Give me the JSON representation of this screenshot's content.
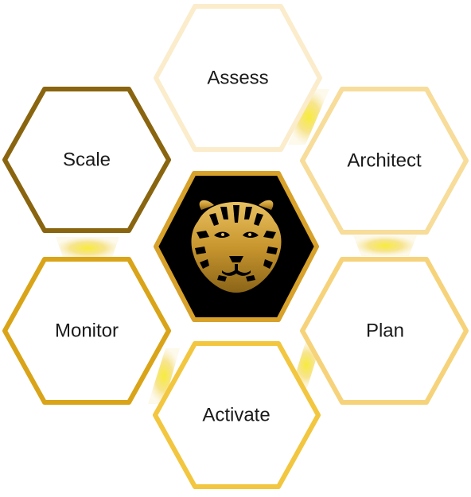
{
  "diagram": {
    "stages": [
      {
        "id": "assess",
        "label": "Assess",
        "border_color": "#fbeccb"
      },
      {
        "id": "architect",
        "label": "Architect",
        "border_color": "#f7dc9a"
      },
      {
        "id": "plan",
        "label": "Plan",
        "border_color": "#f6d37a"
      },
      {
        "id": "activate",
        "label": "Activate",
        "border_color": "#f2c63f"
      },
      {
        "id": "monitor",
        "label": "Monitor",
        "border_color": "#d9a418"
      },
      {
        "id": "scale",
        "label": "Scale",
        "border_color": "#8a6510"
      }
    ],
    "center": {
      "icon": "tiger-head-icon",
      "fill_color": "#000000",
      "border_color": "#d7a12a",
      "icon_color": "#c8962e"
    },
    "connector_color": "#f5e04a"
  }
}
